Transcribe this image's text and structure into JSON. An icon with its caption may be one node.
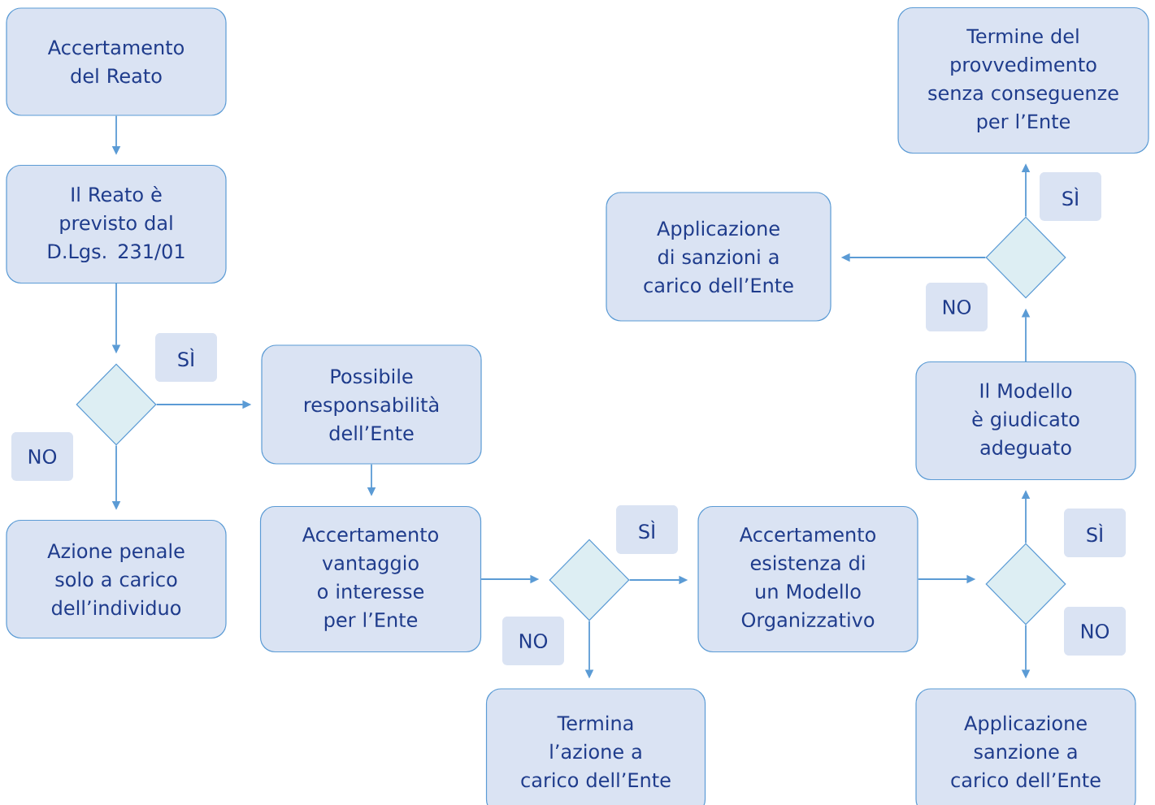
{
  "diagram": {
    "nodes": [
      {
        "text": [
          "Accertamento del Reato"
        ]
      },
      {
        "text": [
          "Il Reato è previsto dal D.Lgs. 231/01"
        ]
      },
      {
        "text": [],
        "shape": "diamond"
      },
      {
        "text": [
          "Possibile responsabilità dell’Ente"
        ]
      },
      {
        "text": [
          "Azione penale solo a carico dell’individuo"
        ]
      },
      {
        "text": [
          "Accertamento vantaggio o interesse per l’Ente"
        ]
      },
      {
        "text": [],
        "shape": "diamond"
      },
      {
        "text": [
          "Accertamento esistenza di un Modello Organizzativo"
        ]
      },
      {
        "text": [
          "Termina l’azione a carico dell’Ente"
        ]
      },
      {
        "text": [],
        "shape": "diamond"
      },
      {
        "text": [
          "Il Modello è giudicato adeguato"
        ]
      },
      {
        "text": [
          "Applicazione sanzione a carico dell’Ente"
        ]
      },
      {
        "text": [],
        "shape": "diamond"
      },
      {
        "text": [
          "Applicazione di sanzioni a carico dell’Ente"
        ]
      },
      {
        "text": [
          "Termine del provvedimento senza conseguenze per l’Ente"
        ]
      }
    ],
    "edges": [
      {
        "from": 0,
        "to": 1,
        "arrow": "to"
      },
      {
        "from": 1,
        "to": 2,
        "arrow": "to"
      },
      {
        "from": 2,
        "to": 3,
        "arrow": "to",
        "label": "SÌ"
      },
      {
        "from": 2,
        "to": 4,
        "arrow": "to",
        "label": "NO"
      },
      {
        "from": 3,
        "to": 5,
        "arrow": "to"
      },
      {
        "from": 5,
        "to": 6,
        "arrow": "to"
      },
      {
        "from": 6,
        "to": 7,
        "arrow": "to",
        "label": "SÌ"
      },
      {
        "from": 6,
        "to": 8,
        "arrow": "to",
        "label": "NO"
      },
      {
        "from": 7,
        "to": 9,
        "arrow": "to"
      },
      {
        "from": 9,
        "to": 10,
        "arrow": "to",
        "label": "SÌ"
      },
      {
        "from": 9,
        "to": 11,
        "arrow": "to",
        "label": "NO"
      },
      {
        "from": 10,
        "to": 12,
        "arrow": "to"
      },
      {
        "from": 12,
        "to": 14,
        "arrow": "to",
        "label": "SÌ"
      },
      {
        "from": 12,
        "to": 13,
        "arrow": "to",
        "label": "NO"
      }
    ]
  }
}
